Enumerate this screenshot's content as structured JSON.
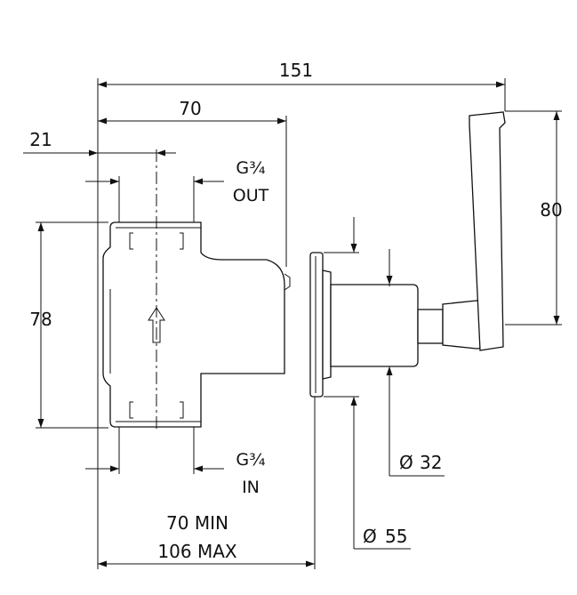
{
  "dimensions": {
    "overall_width": "151",
    "body_width": "70",
    "inlet_offset": "21",
    "height": "78",
    "lever_height": "80",
    "install_depth_min": "70 MIN",
    "install_depth_max": "106 MAX",
    "diameter_small": "32",
    "diameter_large": "55",
    "diameter_symbol": "Ø"
  },
  "connections": {
    "outlet_thread": "G¾",
    "outlet_label": "OUT",
    "inlet_thread": "G¾",
    "inlet_label": "IN"
  }
}
